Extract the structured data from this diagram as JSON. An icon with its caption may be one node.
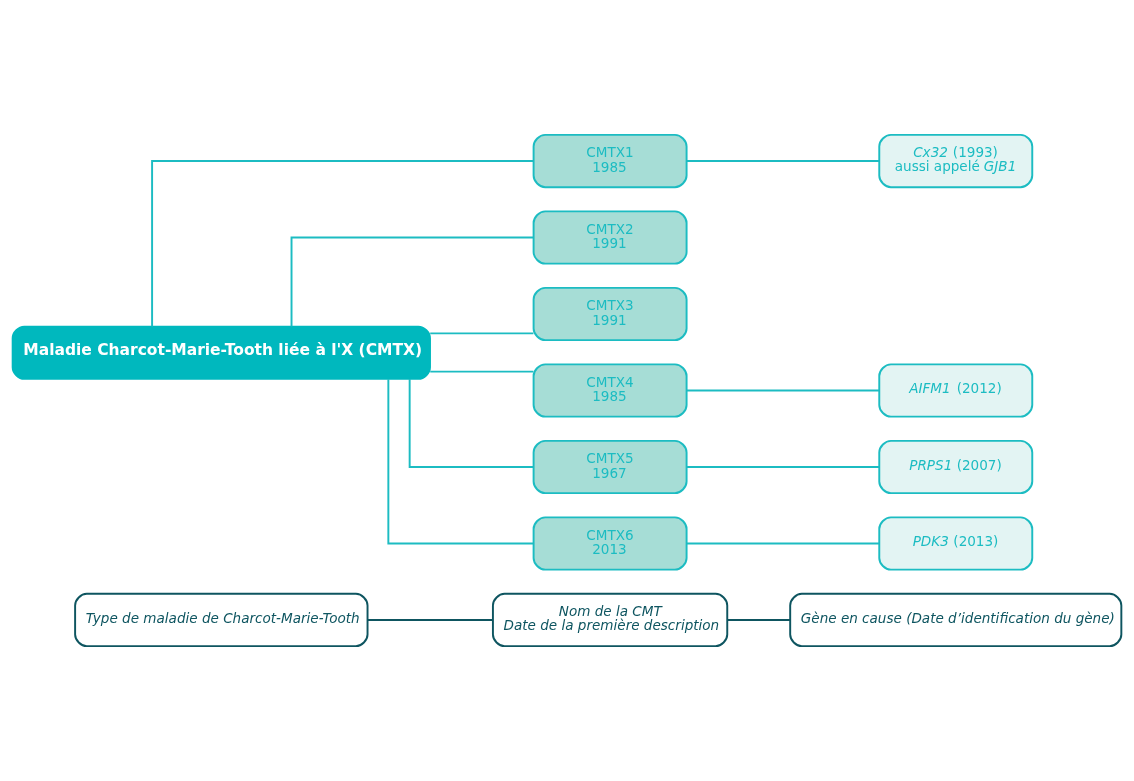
{
  "diagram": {
    "nodes": [
      {
        "text": [
          "Type de maladie de Charcot-Marie-Tooth"
        ]
      },
      {
        "text": [
          "Nom de la CMT",
          "Date de la première description"
        ]
      },
      {
        "text": [
          "Gène en cause (Date d’identification du gène)"
        ]
      },
      {
        "text": [
          "Maladie Charcot-Marie-Tooth liée à l'X (CMTX)"
        ]
      },
      {
        "text": [
          "CMTX1",
          "1985"
        ]
      },
      {
        "text": [
          "*Cx32* (1993)",
          "aussi appelé *GJB1*"
        ]
      },
      {
        "text": [
          "CMTX2",
          "1991"
        ]
      },
      {
        "text": [
          "CMTX3",
          "1991"
        ]
      },
      {
        "text": [
          "CMTX4",
          "1985"
        ]
      },
      {
        "text": [
          "*AIFM1* (2012)"
        ]
      },
      {
        "text": [
          "CMTX5",
          "1967"
        ]
      },
      {
        "text": [
          "*PRPS1* (2007)"
        ]
      },
      {
        "text": [
          "CMTX6",
          "2013"
        ]
      },
      {
        "text": [
          "*PDK3* (2013)"
        ]
      }
    ],
    "edges": [
      {
        "from": 0,
        "to": 1,
        "arrow": "none",
        "color": "#0e5560"
      },
      {
        "from": 1,
        "to": 2,
        "arrow": "none",
        "color": "#0e5560"
      },
      {
        "from": 3,
        "to": 4,
        "arrow": "none"
      },
      {
        "from": 3,
        "to": 6,
        "arrow": "none"
      },
      {
        "from": 3,
        "to": 7,
        "arrow": "none"
      },
      {
        "from": 3,
        "to": 8,
        "arrow": "none"
      },
      {
        "from": 3,
        "to": 10,
        "arrow": "none"
      },
      {
        "from": 3,
        "to": 12,
        "arrow": "none"
      },
      {
        "from": 4,
        "to": 5,
        "arrow": "none"
      },
      {
        "from": 8,
        "to": 9,
        "arrow": "none"
      },
      {
        "from": 10,
        "to": 11,
        "arrow": "none"
      },
      {
        "from": 12,
        "to": 13,
        "arrow": "none"
      }
    ]
  }
}
